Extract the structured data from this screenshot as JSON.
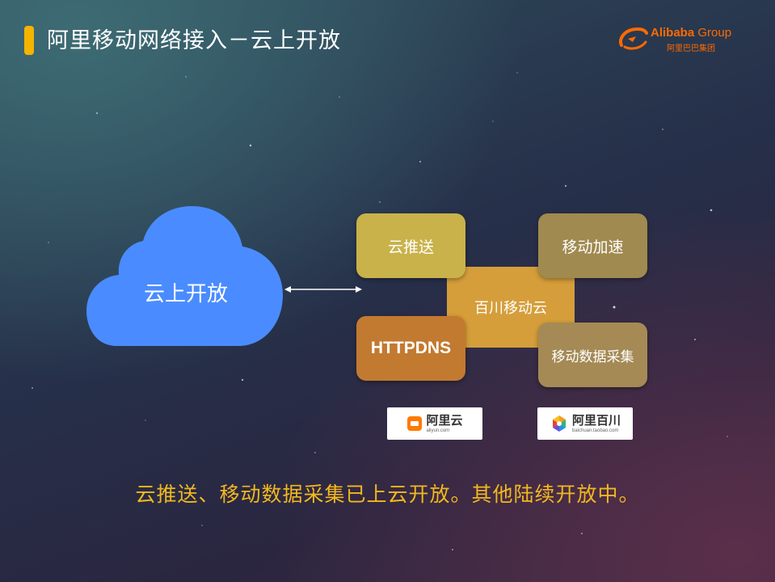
{
  "slide": {
    "title": "阿里移动网络接入－云上开放",
    "accent_color": "#f5b400"
  },
  "logo": {
    "brand": "Alibaba",
    "group": " Group",
    "cn": "阿里巴巴集团",
    "color": "#ff6a00"
  },
  "diagram": {
    "cloud_label": "云上开放",
    "cloud_color": "#4a8cff",
    "center_label": "百川移动云",
    "boxes": {
      "push": "云推送",
      "accel": "移动加速",
      "httpdns": "HTTPDNS",
      "data": "移动数据采集"
    }
  },
  "badges": {
    "aliyun": {
      "name": "阿里云",
      "url": "aliyun.com",
      "icon": "aliyun-logo-icon"
    },
    "baichuan": {
      "name": "阿里百川",
      "url": "baichuan.taobao.com",
      "icon": "baichuan-logo-icon"
    }
  },
  "footer": "云推送、移动数据采集已上云开放。其他陆续开放中。"
}
